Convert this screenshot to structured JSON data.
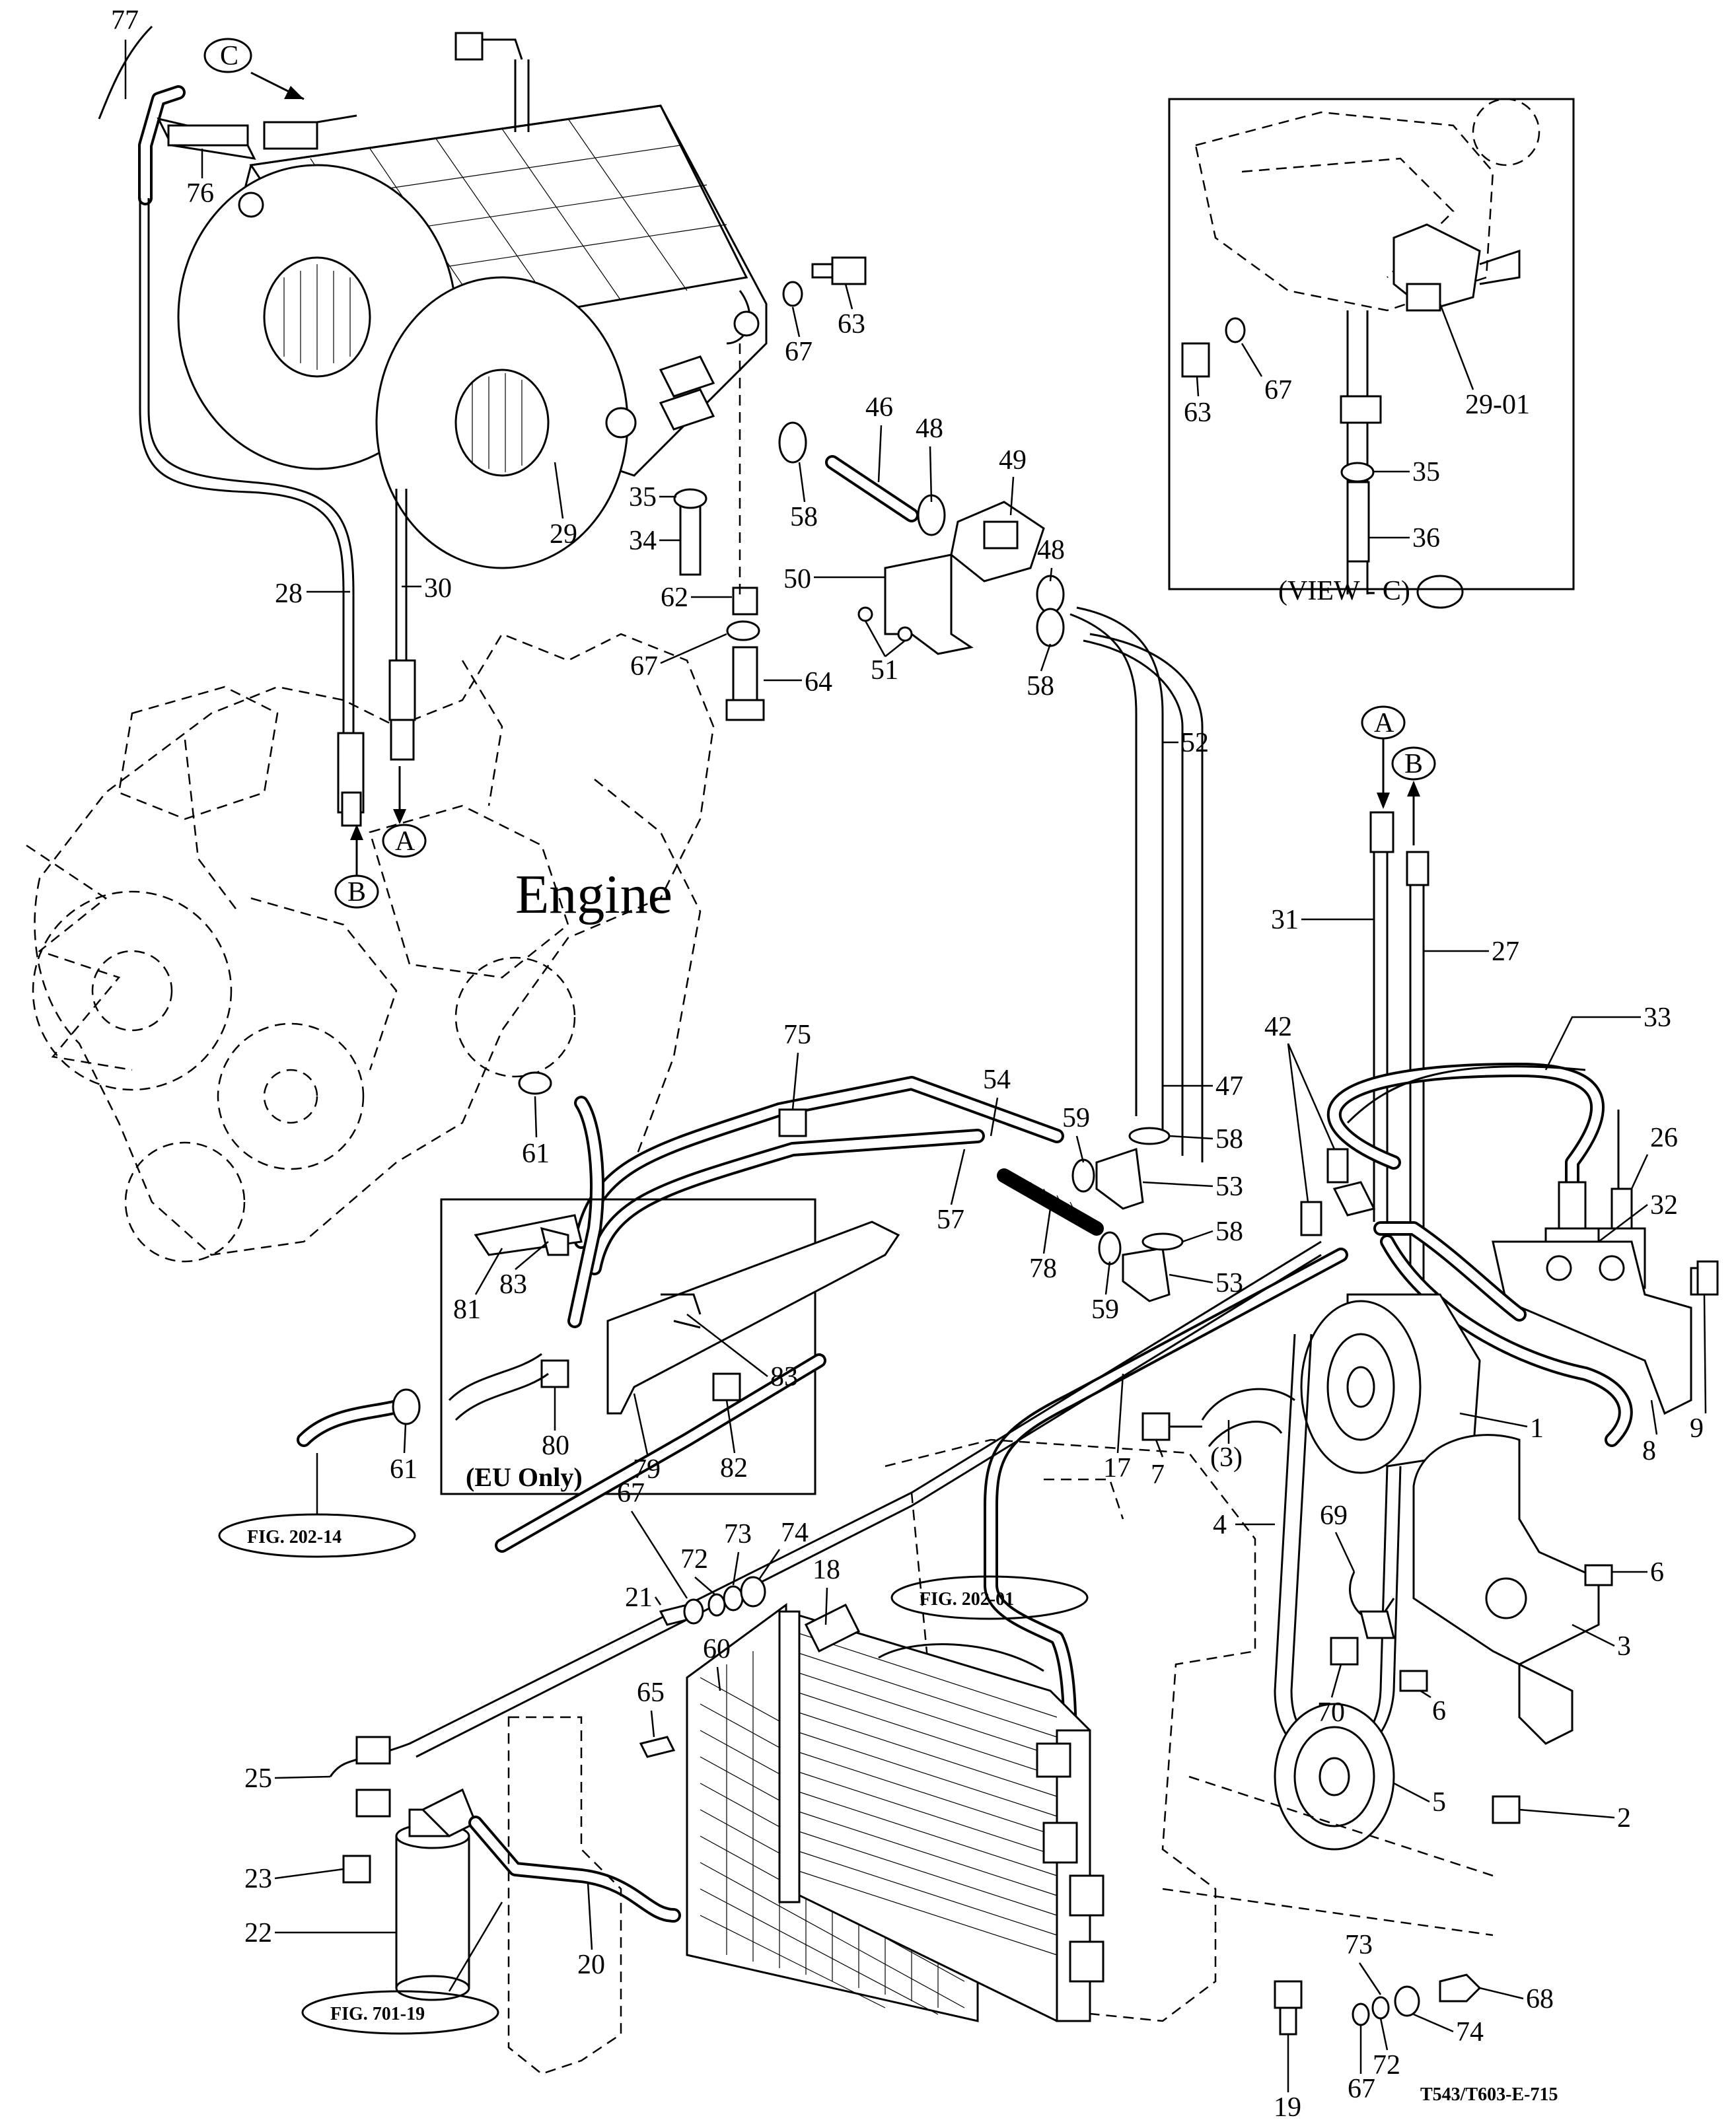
{
  "engine_label": "Engine",
  "view_c_label": "(VIEW - C)",
  "eu_only_label": "(EU Only)",
  "drawing_code": "T543/T603-E-715",
  "markers": {
    "A": "A",
    "B": "B",
    "C": "C"
  },
  "fig_refs": {
    "fig_202_14": "FIG. 202-14",
    "fig_202_01": "FIG. 202-01",
    "fig_701_19": "FIG. 701-19"
  },
  "part_labels": {
    "p77": "77",
    "p76": "76",
    "p63a": "63",
    "p67a": "67",
    "p29": "29",
    "p28": "28",
    "p30": "30",
    "p35a": "35",
    "p34": "34",
    "p62": "62",
    "p67b": "67",
    "p64": "64",
    "p58a": "58",
    "p46": "46",
    "p48a": "48",
    "p49": "49",
    "p50": "50",
    "p48b": "48",
    "p51": "51",
    "p58b": "58",
    "p52": "52",
    "p63v": "63",
    "p67v": "67",
    "p2901": "29-01",
    "p35v": "35",
    "p36": "36",
    "p31": "31",
    "p27": "27",
    "p33": "33",
    "p42": "42",
    "p26": "26",
    "p32": "32",
    "p9": "9",
    "p8": "8",
    "p1": "1",
    "p7": "7",
    "p3p": "(3)",
    "p17": "17",
    "p4": "4",
    "p69": "69",
    "p6a": "6",
    "p3": "3",
    "p6b": "6",
    "p70": "70",
    "p2": "2",
    "p5": "5",
    "p75": "75",
    "p54": "54",
    "p59a": "59",
    "p47": "47",
    "p58c": "58",
    "p53a": "53",
    "p57": "57",
    "p78": "78",
    "p58d": "58",
    "p59b": "59",
    "p53b": "53",
    "p61a": "61",
    "p81": "81",
    "p83a": "83",
    "p83b": "83",
    "p80": "80",
    "p79": "79",
    "p82": "82",
    "p61b": "61",
    "p67c": "67",
    "p72a": "72",
    "p73a": "73",
    "p74a": "74",
    "p21": "21",
    "p18": "18",
    "p60": "60",
    "p65": "65",
    "p25": "25",
    "p23": "23",
    "p22": "22",
    "p20": "20",
    "p73b": "73",
    "p68": "68",
    "p72b": "72",
    "p74b": "74",
    "p67d": "67",
    "p19": "19"
  }
}
